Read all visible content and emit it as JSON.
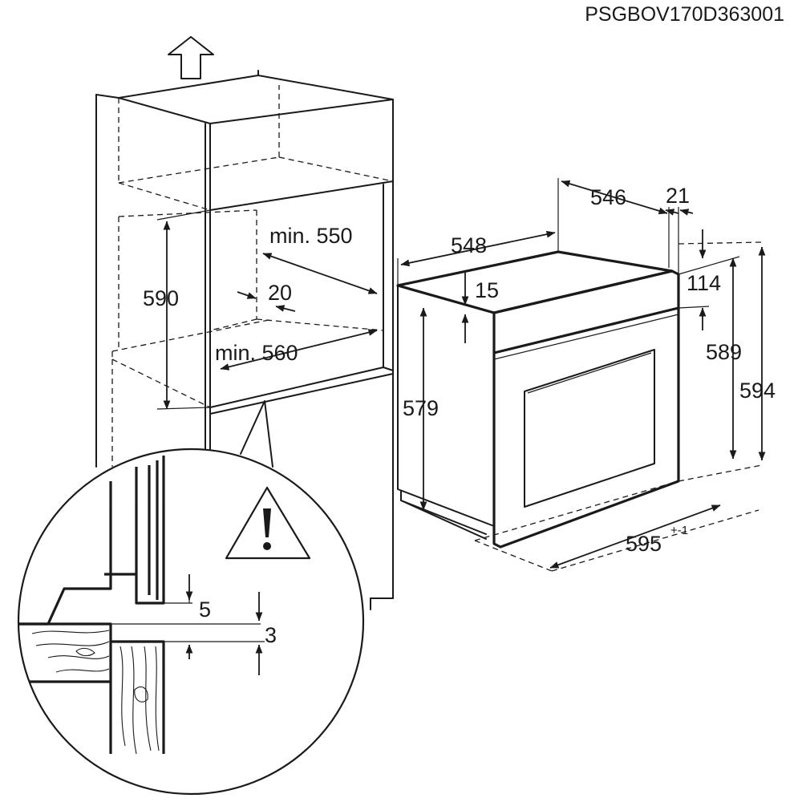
{
  "document": {
    "code": "PSGBOV170D363001"
  },
  "icons": {
    "up_arrow": "up-arrow-icon",
    "warning": "warning-triangle-icon"
  },
  "cabinet": {
    "height": "590",
    "depth_min": "min. 550",
    "width_min": "min. 560",
    "gap": "20"
  },
  "detail": {
    "gap_5": "5",
    "gap_3": "3"
  },
  "oven": {
    "depth": "548",
    "body_depth": "546",
    "front": "21",
    "top_offset": "15",
    "body_height": "579",
    "panel": "114",
    "front_height": "589",
    "total_height": "594",
    "width": "595",
    "width_tolerance": "+-1"
  }
}
